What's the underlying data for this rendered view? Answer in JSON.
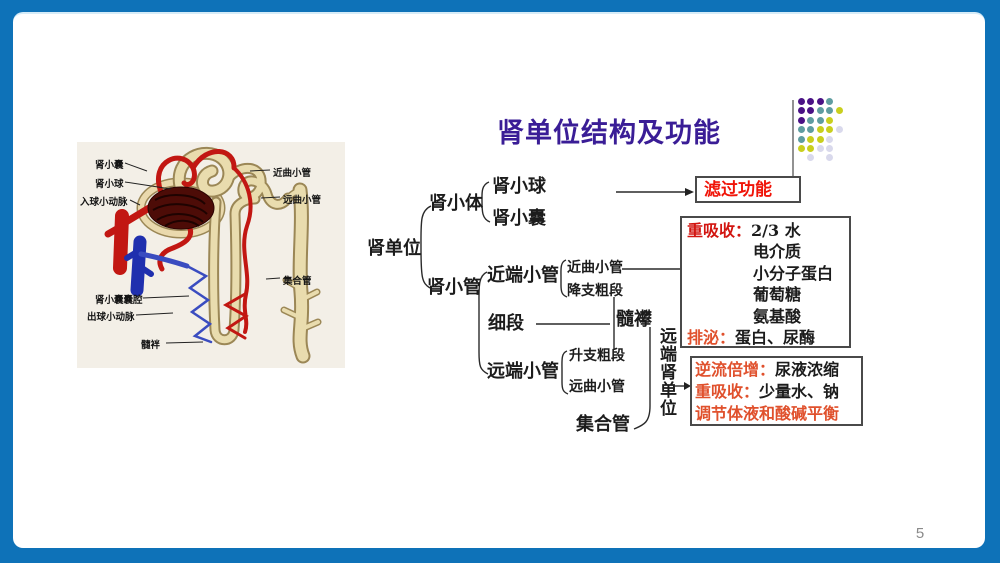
{
  "title": {
    "text": "肾单位结构及功能",
    "color": "#3a1d96"
  },
  "page_number": "5",
  "decoration": {
    "colors": {
      "p": "#4a1285",
      "t": "#5f9da0",
      "y": "#c9cf1e",
      "l": "#d9d9ec"
    },
    "spacing": 9.4,
    "rows": [
      [
        "p",
        "p",
        "p",
        "t"
      ],
      [
        "p",
        "p",
        "t",
        "t",
        "y"
      ],
      [
        "p",
        "t",
        "t",
        "y"
      ],
      [
        "t",
        "t",
        "y",
        "y",
        "l"
      ],
      [
        "t",
        "y",
        "y",
        "l"
      ],
      [
        "y",
        "y",
        "l",
        "l"
      ],
      [
        "",
        "l",
        "",
        "l"
      ]
    ]
  },
  "anatomy": {
    "labels": [
      {
        "text": "肾小囊"
      },
      {
        "text": "肾小球"
      },
      {
        "text": "入球小动脉"
      },
      {
        "text": "肾小囊囊腔"
      },
      {
        "text": "出球小动脉"
      },
      {
        "text": "髓袢"
      },
      {
        "text": "近曲小管"
      },
      {
        "text": "远曲小管"
      },
      {
        "text": "集合管"
      }
    ]
  },
  "tree": {
    "nodes": [
      {
        "text": "肾单位"
      },
      {
        "text": "肾小体"
      },
      {
        "text": "肾小球"
      },
      {
        "text": "肾小囊"
      },
      {
        "text": "肾小管"
      },
      {
        "text": "近端小管"
      },
      {
        "text": "近曲小管"
      },
      {
        "text": "降支粗段"
      },
      {
        "text": "细段"
      },
      {
        "text": "髓襻"
      },
      {
        "text": "远端小管"
      },
      {
        "text": "升支粗段"
      },
      {
        "text": "远曲小管"
      },
      {
        "text": "集合管"
      }
    ],
    "distal_nephron_label": "远端肾单位"
  },
  "boxes": {
    "filtration": {
      "text": "滤过功能",
      "color": "#f01408"
    },
    "reabsorb": {
      "label": "重吸收：",
      "label_color": "#d21510",
      "items": [
        "2/3 水",
        "电介质",
        "小分子蛋白",
        "葡萄糖",
        "氨基酸"
      ],
      "secrete_label": "排泌：",
      "secrete_color": "#e0512d",
      "secrete_value": "蛋白、尿酶"
    },
    "distal": {
      "label_color": "#e0512d",
      "lines": [
        {
          "label": "逆流倍增：",
          "value": "尿液浓缩"
        },
        {
          "label": "重吸收：",
          "value": "少量水、钠"
        },
        {
          "label": "调节体液和酸碱平衡",
          "value": ""
        }
      ]
    }
  }
}
